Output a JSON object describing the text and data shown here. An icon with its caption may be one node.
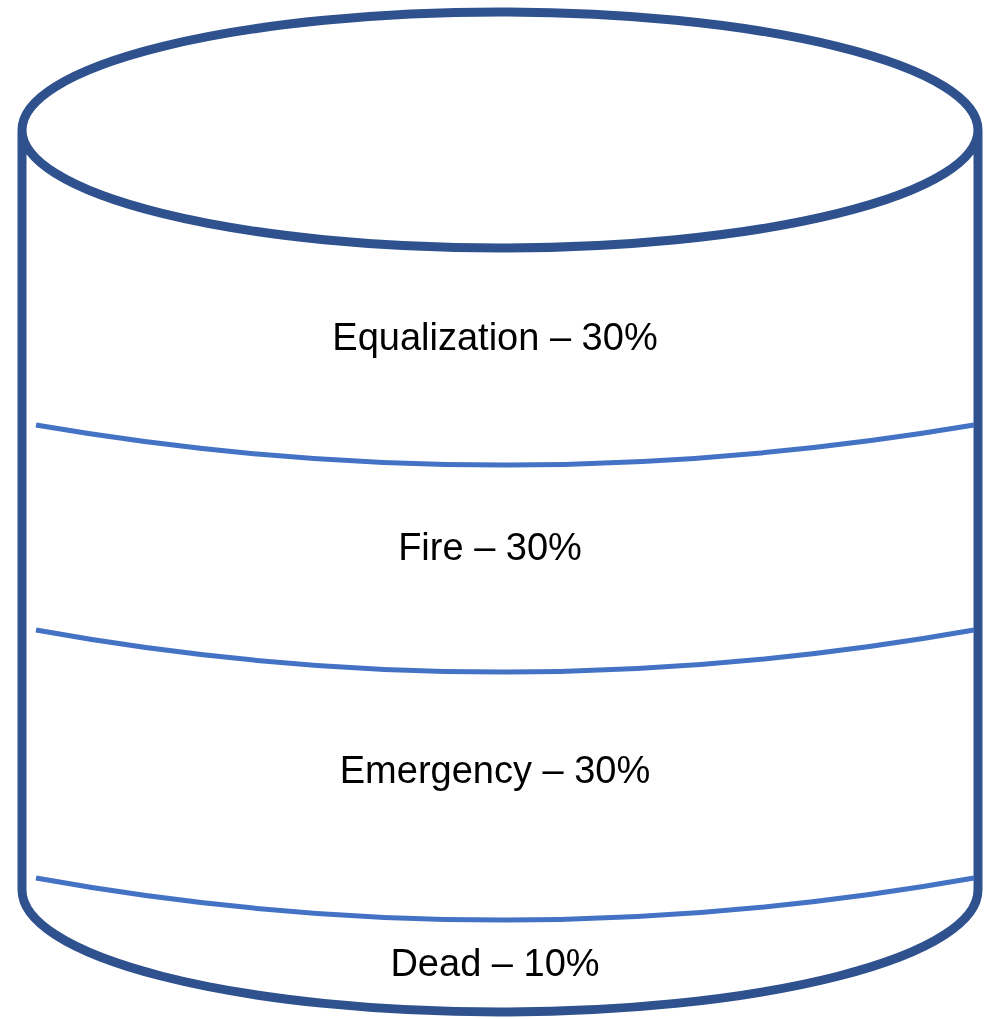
{
  "diagram": {
    "nodes": [
      {
        "text": [],
        "shape": "cylinder"
      },
      {
        "text": [
          "Equalization – 30%"
        ],
        "in": 0
      },
      {
        "text": [
          "Fire – 30%"
        ],
        "in": 0
      },
      {
        "text": [
          "Emergency – 30%"
        ],
        "in": 0
      },
      {
        "text": [
          "Dead – 10%"
        ],
        "in": 0
      }
    ]
  }
}
